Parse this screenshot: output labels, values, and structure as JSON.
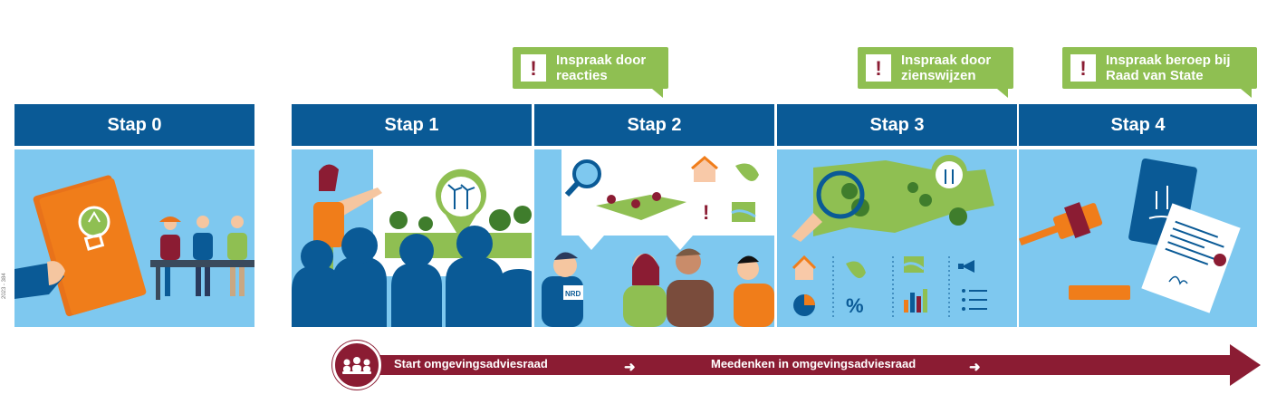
{
  "steps": [
    {
      "label": "Stap 0"
    },
    {
      "label": "Stap 1"
    },
    {
      "label": "Stap 2"
    },
    {
      "label": "Stap 3"
    },
    {
      "label": "Stap 4"
    }
  ],
  "callouts": [
    {
      "icon": "!",
      "line1": "Inspraak door",
      "line2": "reacties"
    },
    {
      "icon": "!",
      "line1": "Inspraak door",
      "line2": "zienswijzen"
    },
    {
      "icon": "!",
      "line1": "Inspraak beroep bij",
      "line2": "Raad van State"
    }
  ],
  "stap2_label": "NRD",
  "stap3_percent": "%",
  "timeline": {
    "start": "Start omgevingsadviesraad",
    "middle": "Meedenken in omgevingsadviesraad",
    "arrow": "➜"
  },
  "side_code": "2023 - 384",
  "colors": {
    "header_blue": "#0a5a96",
    "panel_blue": "#7ec8ef",
    "callout_green": "#8fbf52",
    "timeline_red": "#8b1c33",
    "orange": "#f07d1a"
  }
}
